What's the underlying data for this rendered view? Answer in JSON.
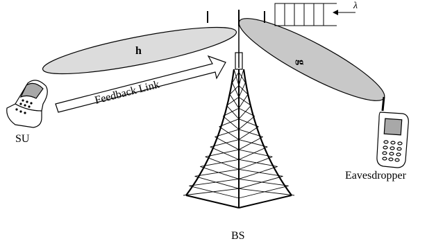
{
  "labels": {
    "channel_h": "h",
    "channel_g": "g",
    "feedback": "Feedback Link",
    "su": "SU",
    "bs": "BS",
    "eavesdropper": "Eavesdropper",
    "lambda": "λ"
  },
  "colors": {
    "beam_fill": "#dcdcdc",
    "beam_g_fill": "#c8c8c8",
    "stroke": "#000000",
    "screen": "#a8a8a8"
  },
  "icons": [
    "mobile-phone-icon",
    "cell-phone-icon",
    "tower-icon",
    "queue-buffer-icon"
  ],
  "queue": {
    "slots": 6
  }
}
